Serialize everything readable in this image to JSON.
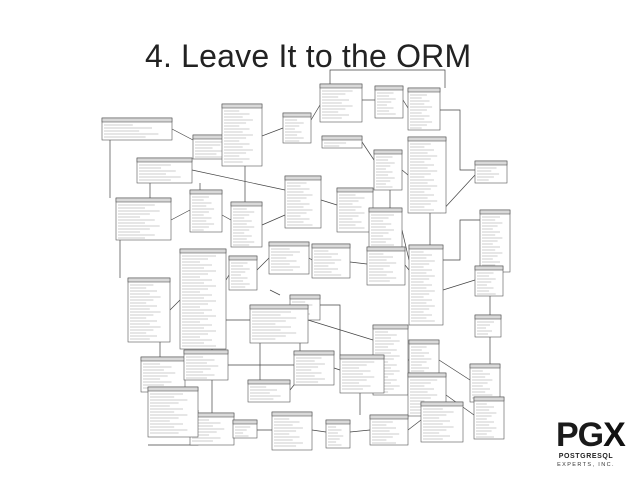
{
  "slide": {
    "title": "4. Leave It to the ORM"
  },
  "logo": {
    "mark_pg": "PG",
    "mark_x": "X",
    "line1": "POSTGRESQL",
    "line2": "EXPERTS, INC."
  }
}
